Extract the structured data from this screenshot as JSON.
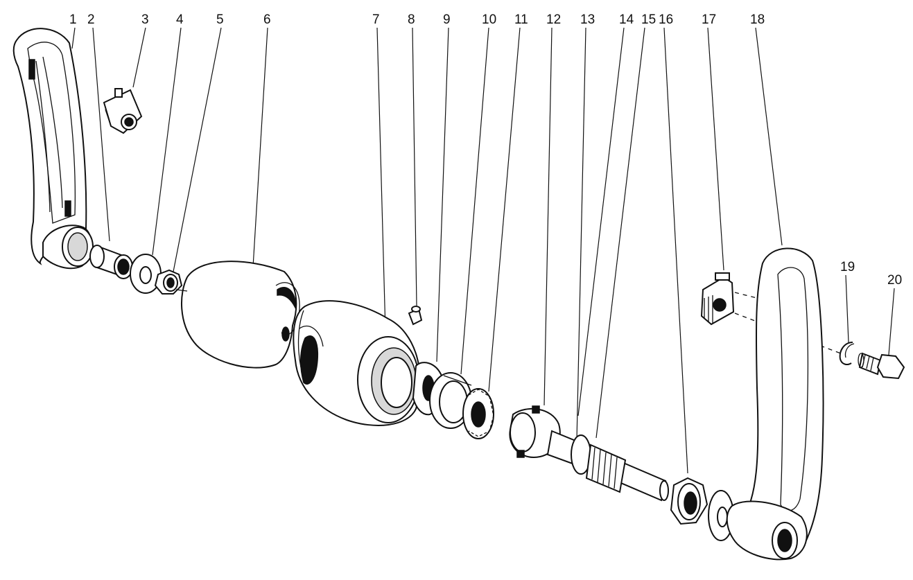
{
  "diagram": {
    "callouts": [
      "1",
      "2",
      "3",
      "4",
      "5",
      "6",
      "7",
      "8",
      "9",
      "10",
      "11",
      "12",
      "13",
      "14",
      "15",
      "16",
      "17",
      "18",
      "19",
      "20"
    ],
    "parts": [
      {
        "id": "1",
        "shape": "crank-arm-left"
      },
      {
        "id": "2",
        "shape": "bushing"
      },
      {
        "id": "3",
        "shape": "clip"
      },
      {
        "id": "4",
        "shape": "washer"
      },
      {
        "id": "5",
        "shape": "nut"
      },
      {
        "id": "6",
        "shape": "shell-half"
      },
      {
        "id": "7",
        "shape": "housing"
      },
      {
        "id": "8",
        "shape": "grease-nipple"
      },
      {
        "id": "9",
        "shape": "cup"
      },
      {
        "id": "10",
        "shape": "bearing-race"
      },
      {
        "id": "11",
        "shape": "roller-bearing"
      },
      {
        "id": "12",
        "shape": "cone"
      },
      {
        "id": "13",
        "shape": "spindle"
      },
      {
        "id": "14",
        "shape": "shoulder-ring"
      },
      {
        "id": "15",
        "shape": "threaded-section"
      },
      {
        "id": "16",
        "shape": "lock-nut"
      },
      {
        "id": "17",
        "shape": "clip"
      },
      {
        "id": "18",
        "shape": "crank-arm-right"
      },
      {
        "id": "19",
        "shape": "circlip"
      },
      {
        "id": "20",
        "shape": "bolt"
      }
    ]
  }
}
